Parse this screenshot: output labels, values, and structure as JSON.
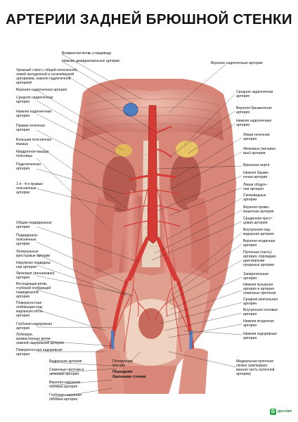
{
  "title": "АРТЕРИИ ЗАДНЕЙ БРЮШНОЙ СТЕНКИ",
  "logo_text": "ДЕЛАЙЕР",
  "labels_left": [
    "Возвратная ветвь к пищеводу",
    "Нижние диафрагмальные артерии",
    "Чревный ствол с общей печеночной,\nлевой желудочной и селезеночной\nартериями, нижняя надпочечной\nартерией",
    "Верхняя надпочечная артерия",
    "Средняя надпочечная\nартерия",
    "Нижняя надпочечная\nартерия",
    "Правая почечная\nартерия",
    "Большая поясничная\nмышца",
    "Квадратная мышца\nпоясницы",
    "Подключечная\nартерия",
    "1-я - 4-я правые\nпоясничные\nартерии",
    "Общие подвздошные\nартерии",
    "Подвздошно-\nпоясничные\nартерии",
    "Латеральные\nкрестцовые артерии",
    "Наружная подвздош-\nная артерия",
    "Яичковая (яичниковая)\nартерия",
    "Восходящая ветвь\nглубокой огибающей\nподвздошной\nартерии",
    "Поверхностная\nогибающая под-\nвздошную кость\nартерия",
    "Глубокая надчревная\nартерия",
    "Лобковая,\nкремастерные ветви\nнижней надчревной артерии",
    "Поверхностная надчревная\nартерия",
    "Бедренная артерия",
    "Семенные протоки и\nяичковая артерия",
    "Верхняя наружная\nполовая артерия",
    "Глубокая наружная\nполовая артерия"
  ],
  "labels_bottom": {
    "fascia": "Поперечная\nфасция",
    "wall": "Передняя\nбрюшная стенка"
  },
  "labels_right": [
    "Верхние надпочечные артерии",
    "Средняя надпочечная\nартерия",
    "Верхняя брыжеечная\nартерия",
    "Нижняя надпочечная\nартерия",
    "Левая почечная\nартерия",
    "Яичковые (яичнико-\nвые) артерии",
    "Брюшная аорта",
    "Нижняя брыже-\nечная артерия",
    "Левая ободоч-\nная артерия",
    "Сигмовидные\nартерии",
    "Верхняя прямо-\nкишечная артерия",
    "Срединная крест-\nцовая артерия",
    "Внутренняя под-\nвздошная артерия",
    "Верхняя ягодичная\nартерия",
    "Пупочная (часть)\nартерия, порождаю-\nщая верхние\nпузырные артерии",
    "Запирательная\nартерия",
    "Нижняя пузырная\nартерия и артерия\nсеменных протоков",
    "Средняя ректальная\nартерия",
    "Внутренняя половая\nартерия",
    "Нижняя ягодичная\nартерия",
    "Нижняя надчревная\nартерия",
    "Медиальная пупочная\nсвязка (заклюдоро-\nванная часть пупочной\nартерии)"
  ],
  "colors": {
    "muscle": "#d7847a",
    "muscle_dark": "#b4534a",
    "artery": "#d63a35",
    "vein": "#4f7fc0",
    "liver": "#c98064",
    "adrenal": "#e8c464",
    "peritoneum": "#efd2bf",
    "bone": "#e9dcc6",
    "background": "#ffffff",
    "logo": "#2aa84a"
  }
}
